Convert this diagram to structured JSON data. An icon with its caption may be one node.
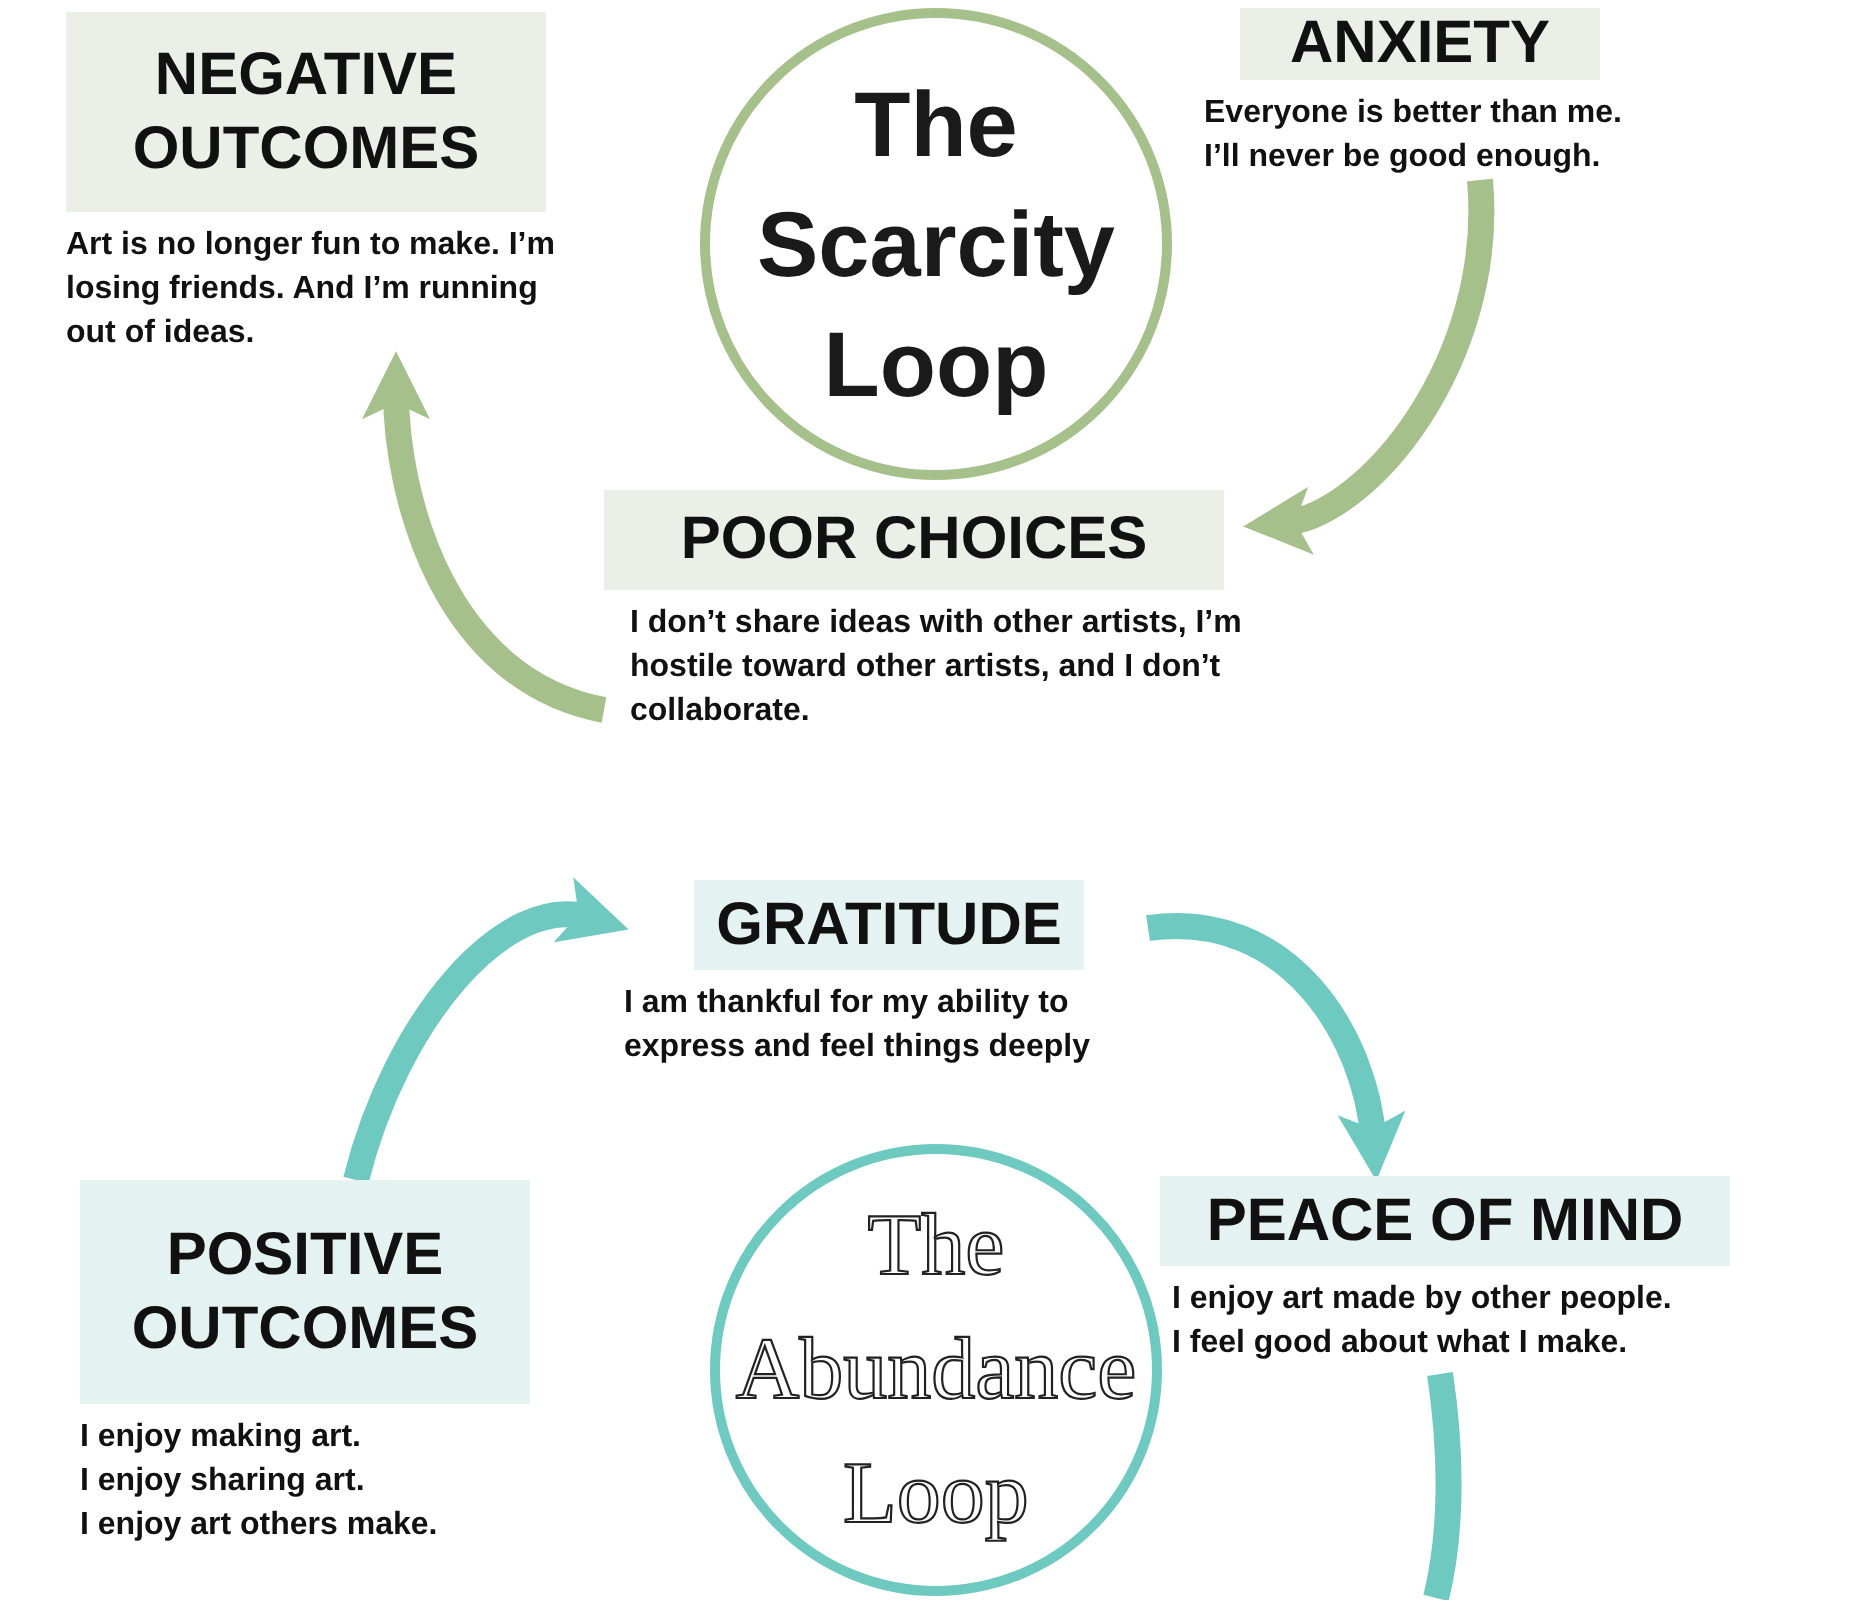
{
  "diagram": {
    "nodes": [
      {
        "text": [
          "NEGATIVE OUTCOMES",
          "Art is no longer fun to make. I’m losing friends. And I’m running out of ideas."
        ]
      },
      {
        "text": [
          "The Scarcity Loop"
        ]
      },
      {
        "text": [
          "ANXIETY",
          "Everyone is better than me.",
          "I’ll never be good enough."
        ]
      },
      {
        "text": [
          "POOR CHOICES",
          "I don’t share ideas with other artists, I’m hostile toward other artists, and I don’t collaborate."
        ]
      },
      {
        "text": [
          "GRATITUDE",
          "I am thankful for my ability to express and feel things deeply"
        ]
      },
      {
        "text": [
          "PEACE OF MIND",
          "I enjoy art made by other people.",
          "I feel good about what I make."
        ]
      },
      {
        "text": [
          "The Abundance Loop"
        ]
      },
      {
        "text": [
          "POSITIVE OUTCOMES",
          "I enjoy making art.",
          "I enjoy sharing art.",
          "I enjoy art others make."
        ]
      }
    ],
    "edges": [
      {
        "from": 2,
        "to": 3,
        "arrow": "to",
        "color": "#a6c08c"
      },
      {
        "from": 3,
        "to": 0,
        "arrow": "to",
        "color": "#a6c08c"
      },
      {
        "from": 7,
        "to": 4,
        "arrow": "to",
        "color": "#6ec9c1"
      },
      {
        "from": 4,
        "to": 5,
        "arrow": "to",
        "color": "#6ec9c1"
      },
      {
        "from": 5,
        "to": null,
        "arrow": "none",
        "color": "#6ec9c1"
      }
    ]
  }
}
